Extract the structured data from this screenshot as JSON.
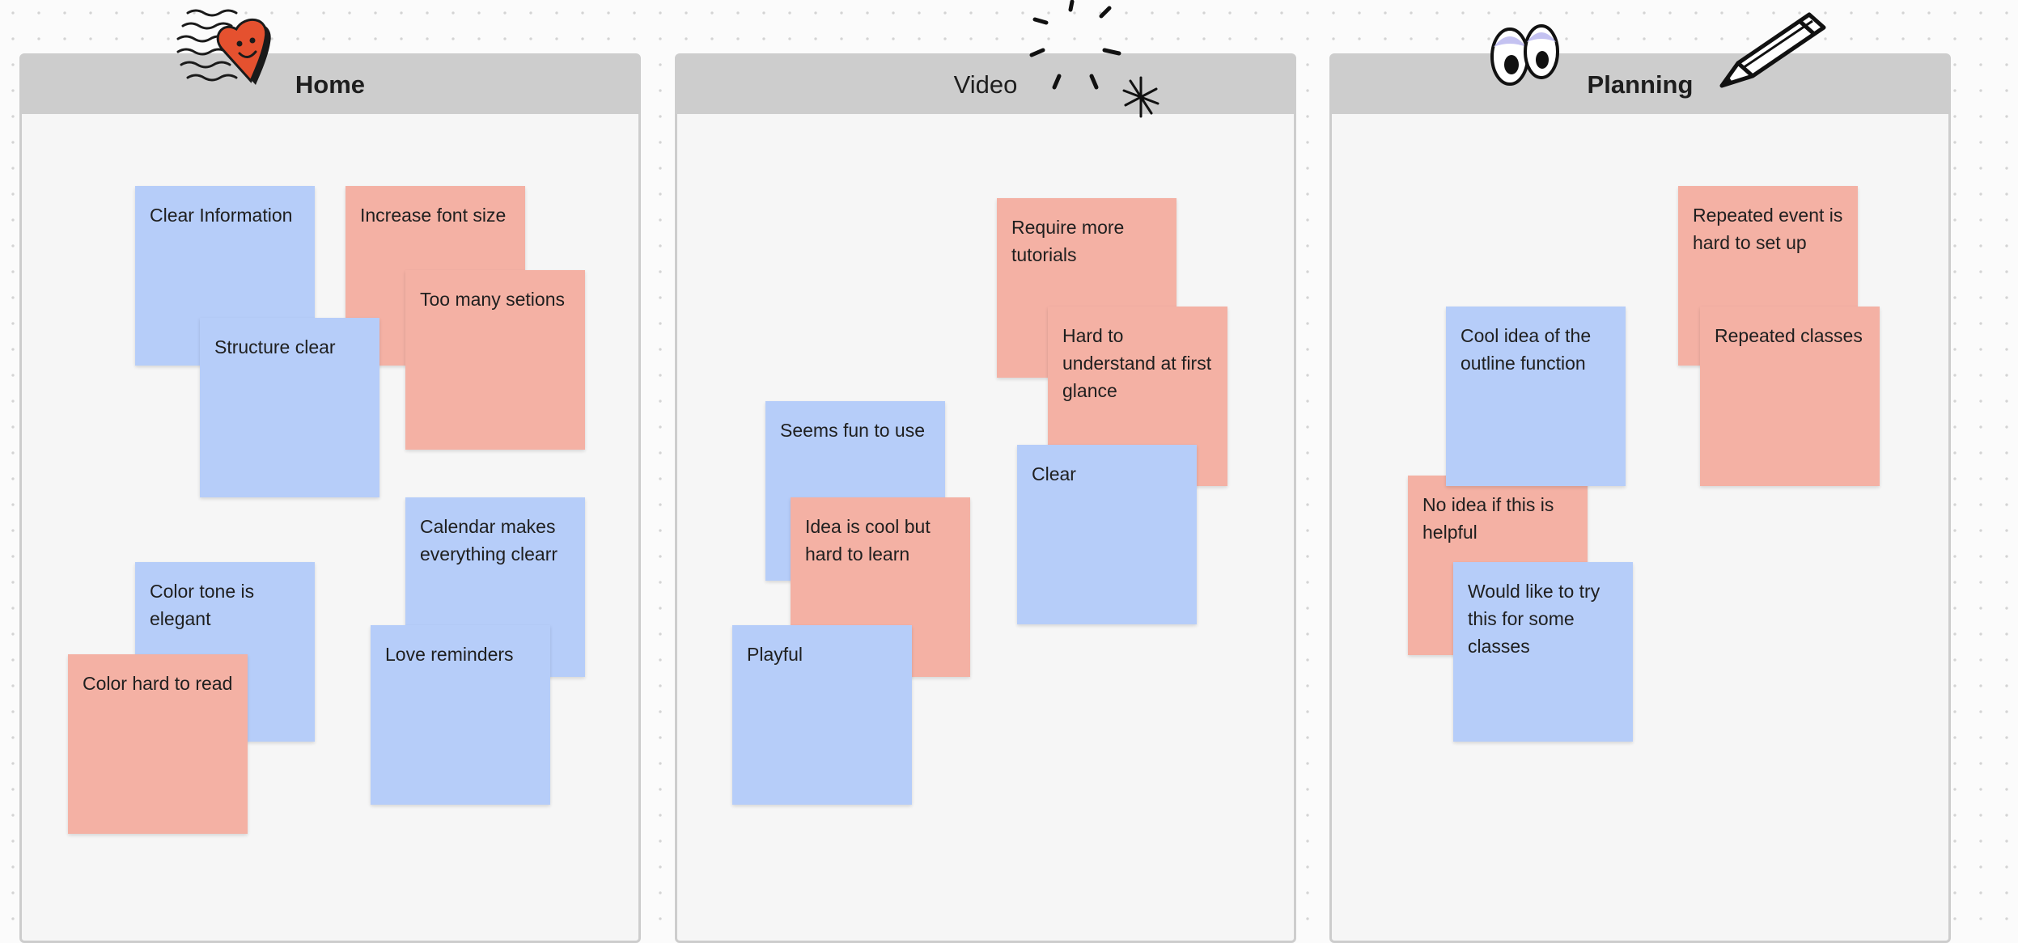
{
  "colors": {
    "blue_note": "#b6cdf9",
    "red_note": "#f4b1a4",
    "section_header": "#cdcdcd",
    "section_body": "#f6f6f6"
  },
  "sections": {
    "home": {
      "title": "Home",
      "notes": {
        "clear_information": "Clear Information",
        "increase_font_size": "Increase font size",
        "too_many_setions": "Too many setions",
        "structure_clear": "Structure clear",
        "calendar_makes_everything_clearr": "Calendar makes everything clearr",
        "color_tone_is_elegant": "Color tone is elegant",
        "love_reminders": "Love reminders",
        "color_hard_to_read": "Color hard to read"
      }
    },
    "video": {
      "title": "Video",
      "notes": {
        "require_more_tutorials": "Require more tutorials",
        "hard_to_understand": "Hard to understand at first glance",
        "seems_fun_to_use": "Seems fun to use",
        "clear": "Clear",
        "idea_is_cool": "Idea is cool but hard to learn",
        "playful": "Playful"
      }
    },
    "planning": {
      "title": "Planning",
      "notes": {
        "repeated_event": "Repeated event is hard to set up",
        "repeated_classes": "Repeated classes",
        "cool_idea_outline": "Cool idea of the outline function",
        "no_idea_helpful": "No idea if this is helpful",
        "would_like_to_try": "Would like to try this for some classes"
      }
    }
  },
  "stickers": [
    "heart-stamp-icon",
    "sparkle-icon",
    "eyes-icon",
    "pencil-icon"
  ]
}
